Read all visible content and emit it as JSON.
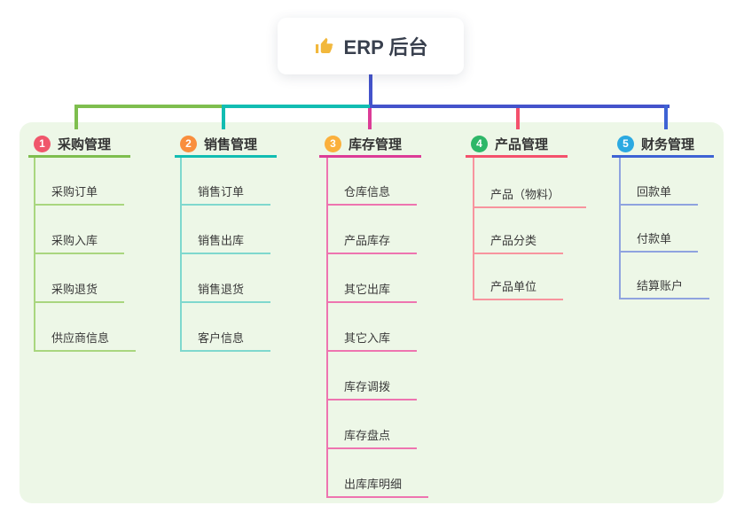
{
  "root": {
    "title": "ERP 后台",
    "icon": "thumbs-up-icon"
  },
  "branches": [
    {
      "num": "1",
      "label": "采购管理",
      "badge_color": "#f0566b",
      "line_color": "#7ebe4e",
      "child_line_color": "#a9d67f",
      "children": [
        "采购订单",
        "采购入库",
        "采购退货",
        "供应商信息"
      ]
    },
    {
      "num": "2",
      "label": "销售管理",
      "badge_color": "#f98e3d",
      "line_color": "#12bdb2",
      "child_line_color": "#7fd8ce",
      "children": [
        "销售订单",
        "销售出库",
        "销售退货",
        "客户信息"
      ]
    },
    {
      "num": "3",
      "label": "库存管理",
      "badge_color": "#fbb03c",
      "line_color": "#dc3c97",
      "child_line_color": "#ee74b0",
      "children": [
        "仓库信息",
        "产品库存",
        "其它出库",
        "其它入库",
        "库存调拨",
        "库存盘点",
        "出库库明细"
      ]
    },
    {
      "num": "4",
      "label": "产品管理",
      "badge_color": "#2eb768",
      "line_color": "#f4516c",
      "child_line_color": "#f8949e",
      "children": [
        "产品（物料）",
        "产品分类",
        "产品单位"
      ]
    },
    {
      "num": "5",
      "label": "财务管理",
      "badge_color": "#2ba9e1",
      "line_color": "#3e63d4",
      "child_line_color": "#8fa3df",
      "children": [
        "回款单",
        "付款单",
        "结算账户"
      ]
    }
  ],
  "colors": {
    "connector": "#4453cb",
    "panel_bg": "#edf7e7",
    "canvas_bg": "#ffffff",
    "icon_gold": "#f2b83c",
    "text": "#333333"
  }
}
